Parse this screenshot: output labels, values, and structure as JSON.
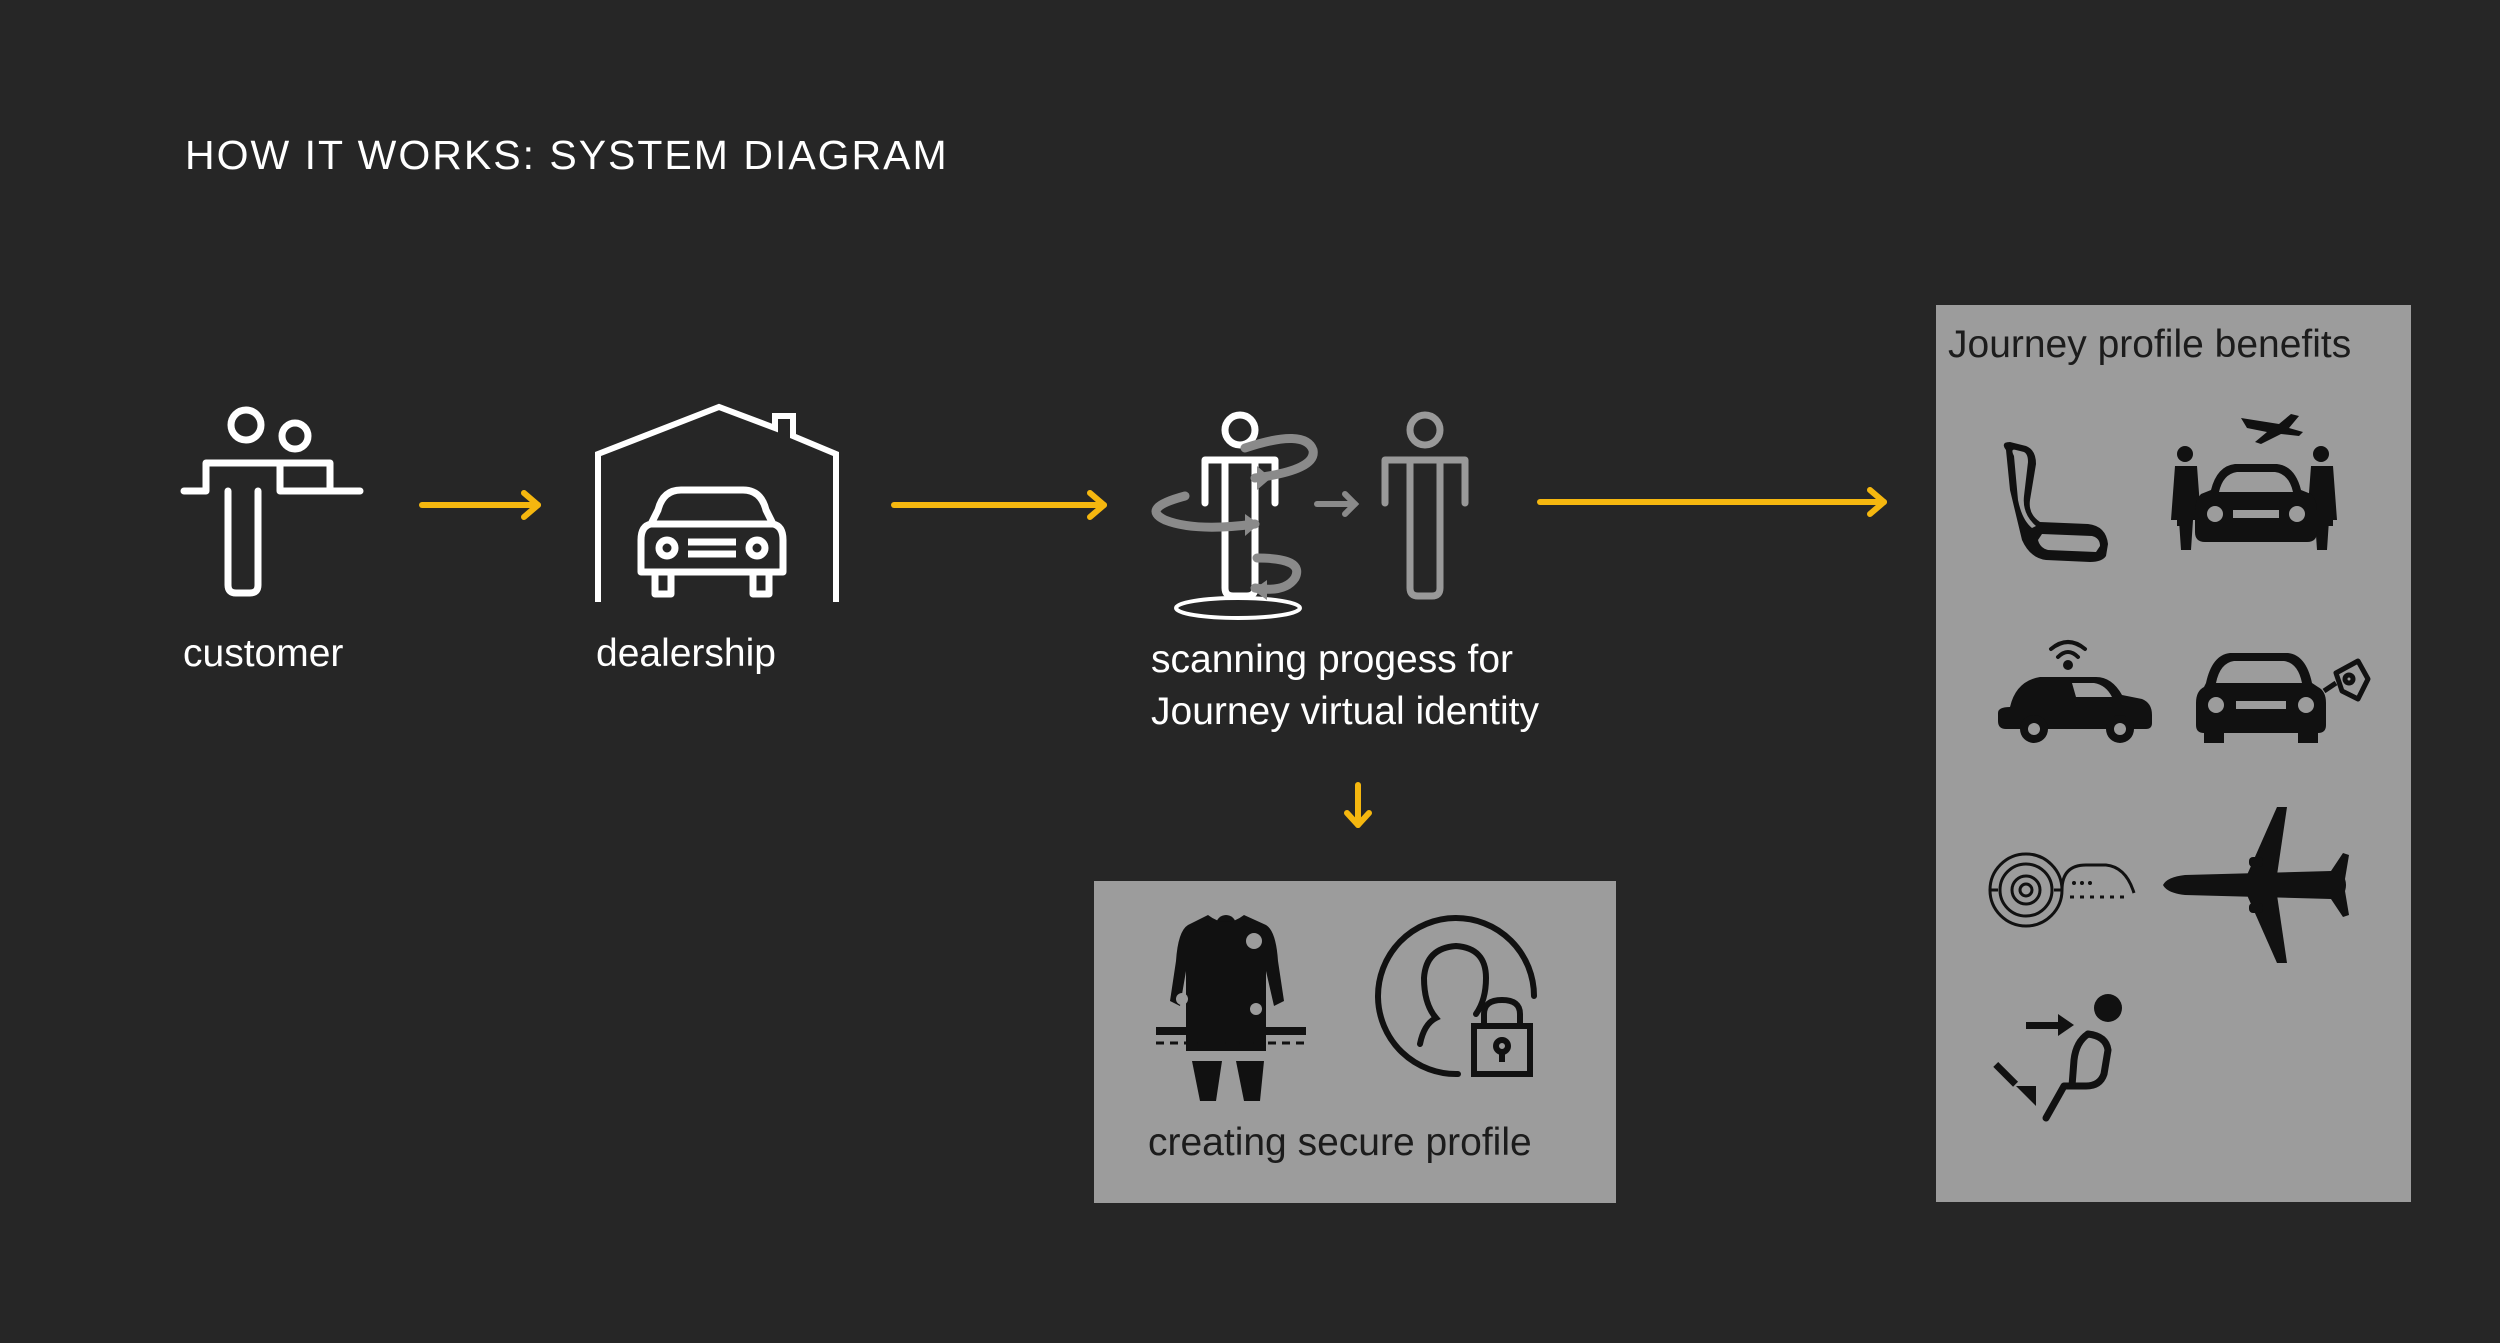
{
  "title": "HOW IT WORKS: SYSTEM DIAGRAM",
  "colors": {
    "background": "#262626",
    "arrow": "#f5b70f",
    "panel": "#9c9c9c",
    "icon_light": "#ffffff",
    "icon_muted": "#999999",
    "icon_dark": "#111111"
  },
  "steps": [
    {
      "label": "customer",
      "icon": "customer-at-counter-icon"
    },
    {
      "label": "dealership",
      "icon": "car-in-garage-icon"
    },
    {
      "label_line1": "scanning progess for",
      "label_line2": "Journey virtual identity",
      "icon": "body-scan-icon"
    }
  ],
  "secure_profile": {
    "label": "creating secure profile",
    "icons": [
      "body-measurement-icon",
      "locked-profile-icon"
    ]
  },
  "benefits": {
    "title": "Journey profile benefits",
    "icons": [
      "car-seat-icon",
      "airport-car-service-icon",
      "connected-car-icon",
      "car-price-tag-icon",
      "speedometer-icon",
      "airplane-icon",
      "seat-adjust-icon"
    ]
  }
}
